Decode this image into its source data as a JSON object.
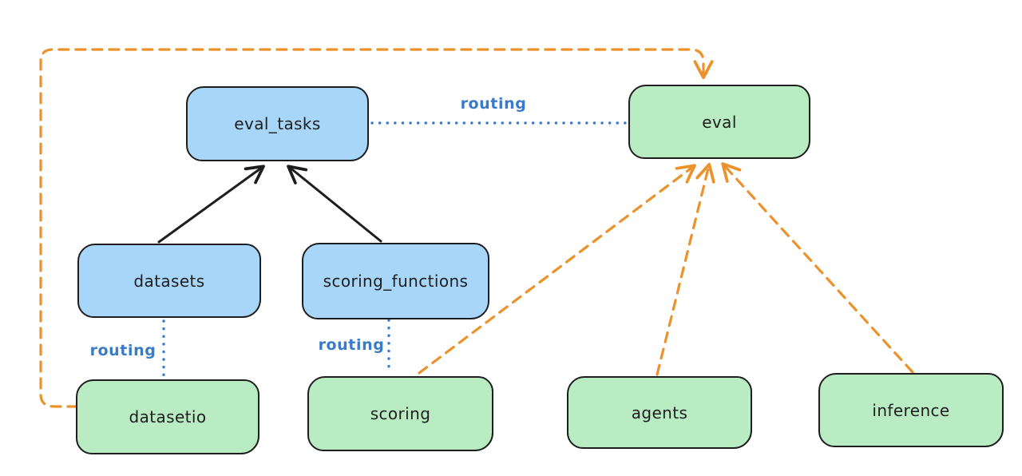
{
  "colors": {
    "background": "#ffffff",
    "blue_fill": "#a7d6f9",
    "green_fill": "#b9ecc2",
    "stroke": "#1e1e1e",
    "orange": "#ec922c",
    "blue_line": "#3a7bc8",
    "text": "#1e1e1e"
  },
  "nodes": {
    "eval_tasks": {
      "label": "eval_tasks",
      "fill": "blue"
    },
    "eval": {
      "label": "eval",
      "fill": "green"
    },
    "datasets": {
      "label": "datasets",
      "fill": "blue"
    },
    "scoring_functions": {
      "label": "scoring_functions",
      "fill": "blue"
    },
    "datasetio": {
      "label": "datasetio",
      "fill": "green"
    },
    "scoring": {
      "label": "scoring",
      "fill": "green"
    },
    "agents": {
      "label": "agents",
      "fill": "green"
    },
    "inference": {
      "label": "inference",
      "fill": "green"
    }
  },
  "edge_labels": {
    "eval_tasks_eval": "routing",
    "datasets_datasetio": "routing",
    "scoring_functions_scoring": "routing"
  },
  "edges": [
    {
      "from": "datasets",
      "to": "eval_tasks",
      "style": "solid",
      "color": "black",
      "arrow": true,
      "label": ""
    },
    {
      "from": "scoring_functions",
      "to": "eval_tasks",
      "style": "solid",
      "color": "black",
      "arrow": true,
      "label": ""
    },
    {
      "from": "eval_tasks",
      "to": "eval",
      "style": "dotted",
      "color": "blue",
      "arrow": false,
      "label": "routing"
    },
    {
      "from": "datasets",
      "to": "datasetio",
      "style": "dotted",
      "color": "blue",
      "arrow": false,
      "label": "routing"
    },
    {
      "from": "scoring_functions",
      "to": "scoring",
      "style": "dotted",
      "color": "blue",
      "arrow": false,
      "label": "routing"
    },
    {
      "from": "datasetio",
      "to": "eval",
      "style": "dashed",
      "color": "orange",
      "arrow": true,
      "label": ""
    },
    {
      "from": "scoring",
      "to": "eval",
      "style": "dashed",
      "color": "orange",
      "arrow": true,
      "label": ""
    },
    {
      "from": "agents",
      "to": "eval",
      "style": "dashed",
      "color": "orange",
      "arrow": true,
      "label": ""
    },
    {
      "from": "inference",
      "to": "eval",
      "style": "dashed",
      "color": "orange",
      "arrow": true,
      "label": ""
    }
  ]
}
